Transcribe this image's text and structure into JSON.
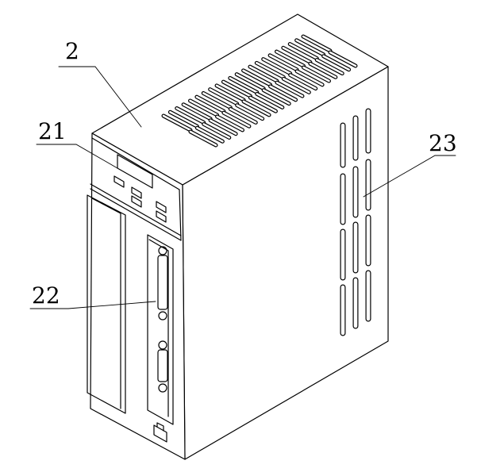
{
  "figure": {
    "labels": [
      {
        "id": "2",
        "text": "2"
      },
      {
        "id": "21",
        "text": "21"
      },
      {
        "id": "22",
        "text": "22"
      },
      {
        "id": "23",
        "text": "23"
      }
    ]
  }
}
